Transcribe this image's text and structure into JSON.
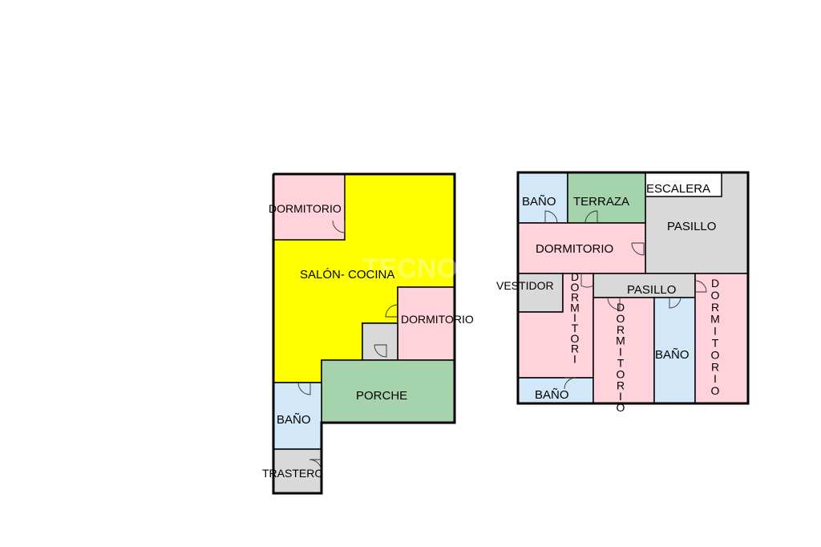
{
  "colors": {
    "dormitorio": "#fed3dc",
    "salon": "#ffff00",
    "bano": "#d2e7f8",
    "porche": "#a5d4ac",
    "terraza": "#a5d4ac",
    "trastero": "#d9d9d9",
    "pasillo": "#d9d9d9",
    "escalera": "#ffffff"
  },
  "floor_left": {
    "dormitorio_top": "DORMITORIO",
    "salon_cocina": "SALÓN- COCINA",
    "dormitorio_right": "DORMITORIO",
    "porche": "PORCHE",
    "bano": "BAÑO",
    "trastero": "TRASTERO"
  },
  "floor_right": {
    "bano_top": "BAÑO",
    "terraza": "TERRAZA",
    "escalera": "ESCALERA",
    "pasillo_top": "PASILLO",
    "dormitorio_main": "DORMITORIO",
    "vestidor": "VESTIDOR",
    "pasillo_mid": "PASILLO",
    "dormitorio_v1": [
      "D",
      "O",
      "R",
      "M",
      "I",
      "T",
      "O",
      "R",
      "I"
    ],
    "dormitorio_v2": [
      "D",
      "O",
      "R",
      "M",
      "I",
      "T",
      "O",
      "R",
      "I",
      "O"
    ],
    "dormitorio_v3": [
      "D",
      "O",
      "R",
      "M",
      "I",
      "T",
      "O",
      "R",
      "I",
      "O"
    ],
    "bano_mid": "BAÑO",
    "bano_bottom": "BAÑO"
  }
}
